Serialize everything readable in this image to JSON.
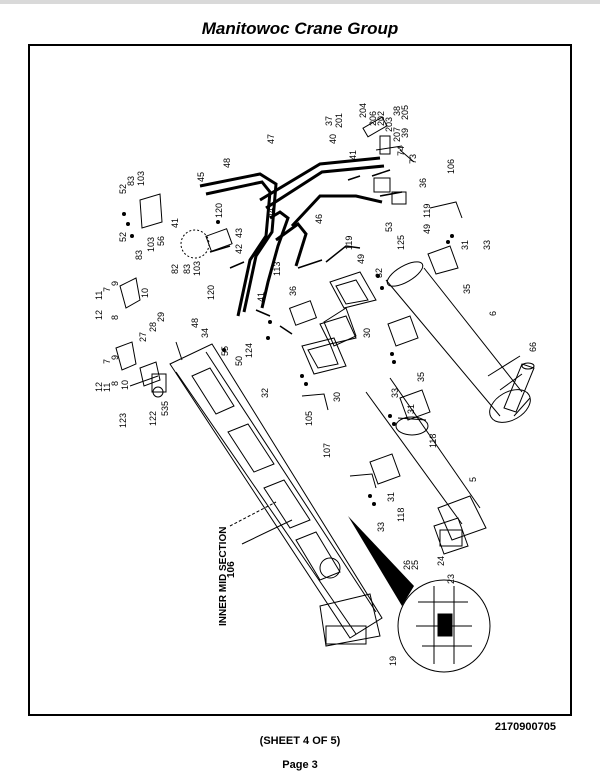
{
  "header": {
    "title": "Manitowoc Crane Group"
  },
  "footer": {
    "doc_number": "2170900705",
    "sheet": "(SHEET 4 OF 5)",
    "page": "Page 3"
  },
  "diagram": {
    "section_label": "INNER MID SECTION",
    "labels": {
      "l106a": "106",
      "l106b": "106",
      "l107": "107",
      "l105": "105",
      "l5": "5",
      "l6": "6",
      "l66": "66",
      "l118a": "118",
      "l118b": "118",
      "l33a": "33",
      "l33b": "33",
      "l33c": "33",
      "l31a": "31",
      "l31b": "31",
      "l31c": "31",
      "l35a": "35",
      "l35b": "35",
      "l30a": "30",
      "l30b": "30",
      "l32a": "32",
      "l32b": "32",
      "l49a": "49",
      "l49b": "49",
      "l125": "125",
      "l53": "53",
      "l119a": "119",
      "l119b": "119",
      "l46": "46",
      "l47": "47",
      "l48a": "48",
      "l48b": "48",
      "l44": "44",
      "l45": "45",
      "l41a": "41",
      "l41b": "41",
      "l41c": "41",
      "l120a": "120",
      "l120b": "120",
      "l42": "42",
      "l43": "43",
      "l113": "113",
      "l36a": "36",
      "l36b": "36",
      "l40": "40",
      "l37": "37",
      "l201": "201",
      "l204": "204",
      "l206": "206",
      "l202": "202",
      "l203": "203",
      "l38": "38",
      "l205": "205",
      "l39": "39",
      "l207": "207",
      "l74": "74",
      "l73": "73",
      "l52a": "52",
      "l52b": "52",
      "l83a": "83",
      "l83b": "83",
      "l83c": "83",
      "l103a": "103",
      "l103b": "103",
      "l103c": "103",
      "l56": "56",
      "l82": "82",
      "l55": "55",
      "l50": "50",
      "l124": "124",
      "l34": "34",
      "l27": "27",
      "l28": "28",
      "l29": "29",
      "l12a": "12",
      "l12b": "12",
      "l11a": "11",
      "l11b": "11",
      "l7a": "7",
      "l7b": "7",
      "l8a": "8",
      "l8b": "8",
      "l9a": "9",
      "l9b": "9",
      "l10a": "10",
      "l10b": "10",
      "l123": "123",
      "l122": "122",
      "l535": "535",
      "l26": "26",
      "l25": "25",
      "l24": "24",
      "l23": "23",
      "l19": "19"
    }
  }
}
